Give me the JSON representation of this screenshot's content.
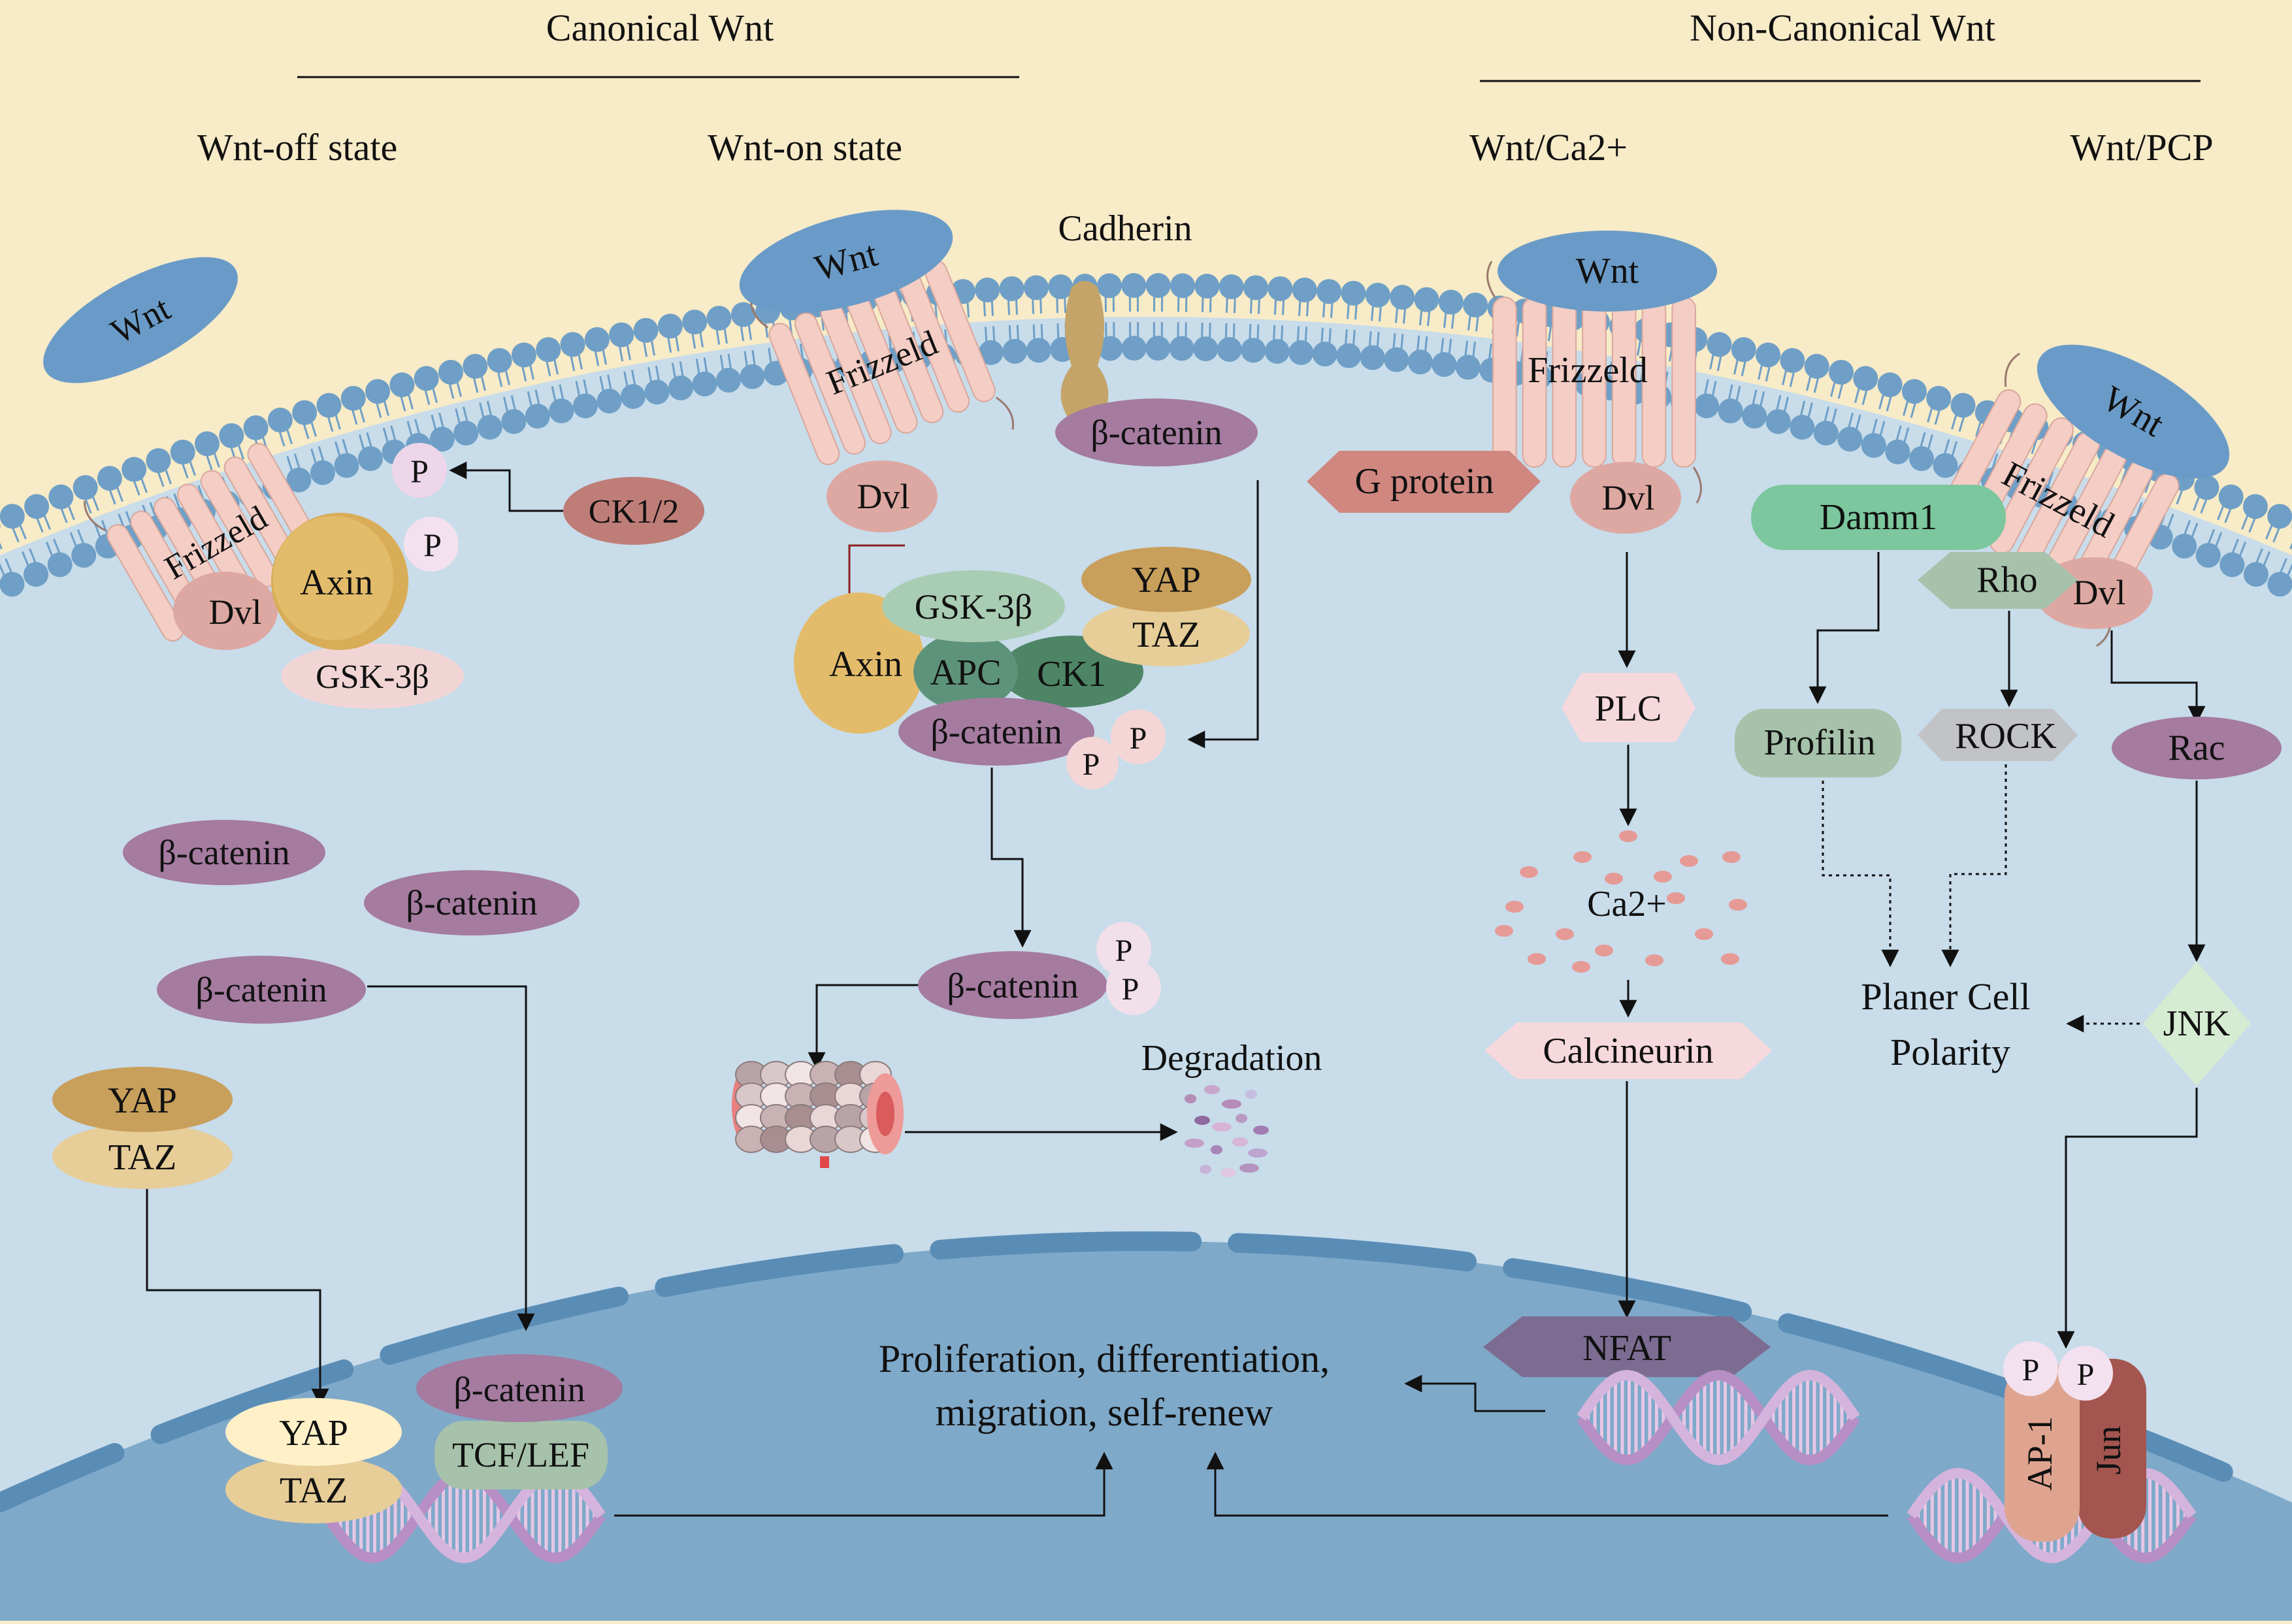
{
  "headers": {
    "canonical": "Canonical Wnt",
    "non_canonical": "Non-Canonical Wnt",
    "wnt_off": "Wnt-off state",
    "wnt_on": "Wnt-on state",
    "wnt_ca": "Wnt/Ca2+",
    "wnt_pcp": "Wnt/PCP"
  },
  "labels": {
    "wnt": "Wnt",
    "frizzled": "Frizzeld",
    "dvl": "Dvl",
    "axin": "Axin",
    "gsk3b": "GSK-3β",
    "p": "P",
    "ck12": "CK1/2",
    "cadherin": "Cadherin",
    "beta_catenin": "β-catenin",
    "apc": "APC",
    "ck1": "CK1",
    "yap": "YAP",
    "taz": "TAZ",
    "degradation": "Degradation",
    "g_protein": "G protein",
    "plc": "PLC",
    "ca2": "Ca2+",
    "calcineurin": "Calcineurin",
    "nfat": "NFAT",
    "damm1": "Damm1",
    "rho": "Rho",
    "profilin": "Profilin",
    "rock": "ROCK",
    "rac": "Rac",
    "jnk": "JNK",
    "pcp_line1": "Planer Cell",
    "pcp_line2": "Polarity",
    "tcf_lef": "TCF/LEF",
    "ap1": "AP-1",
    "jun": "Jun",
    "outcome_line1": "Proliferation, differentiation,",
    "outcome_line2": "migration, self-renew"
  },
  "colors": {
    "background": "#f7ebc8",
    "cytoplasm": "#c8dcea",
    "nucleus": "#7fa9c9",
    "lipid_head": "#6f9fc6",
    "wnt_blue": "#6a9bc8",
    "beta_catenin": "#a57ba0",
    "dvl": "#dea8a2",
    "receptor": "#f4cdc4",
    "axin": "#e0b565",
    "damm1": "#7cc79d"
  }
}
